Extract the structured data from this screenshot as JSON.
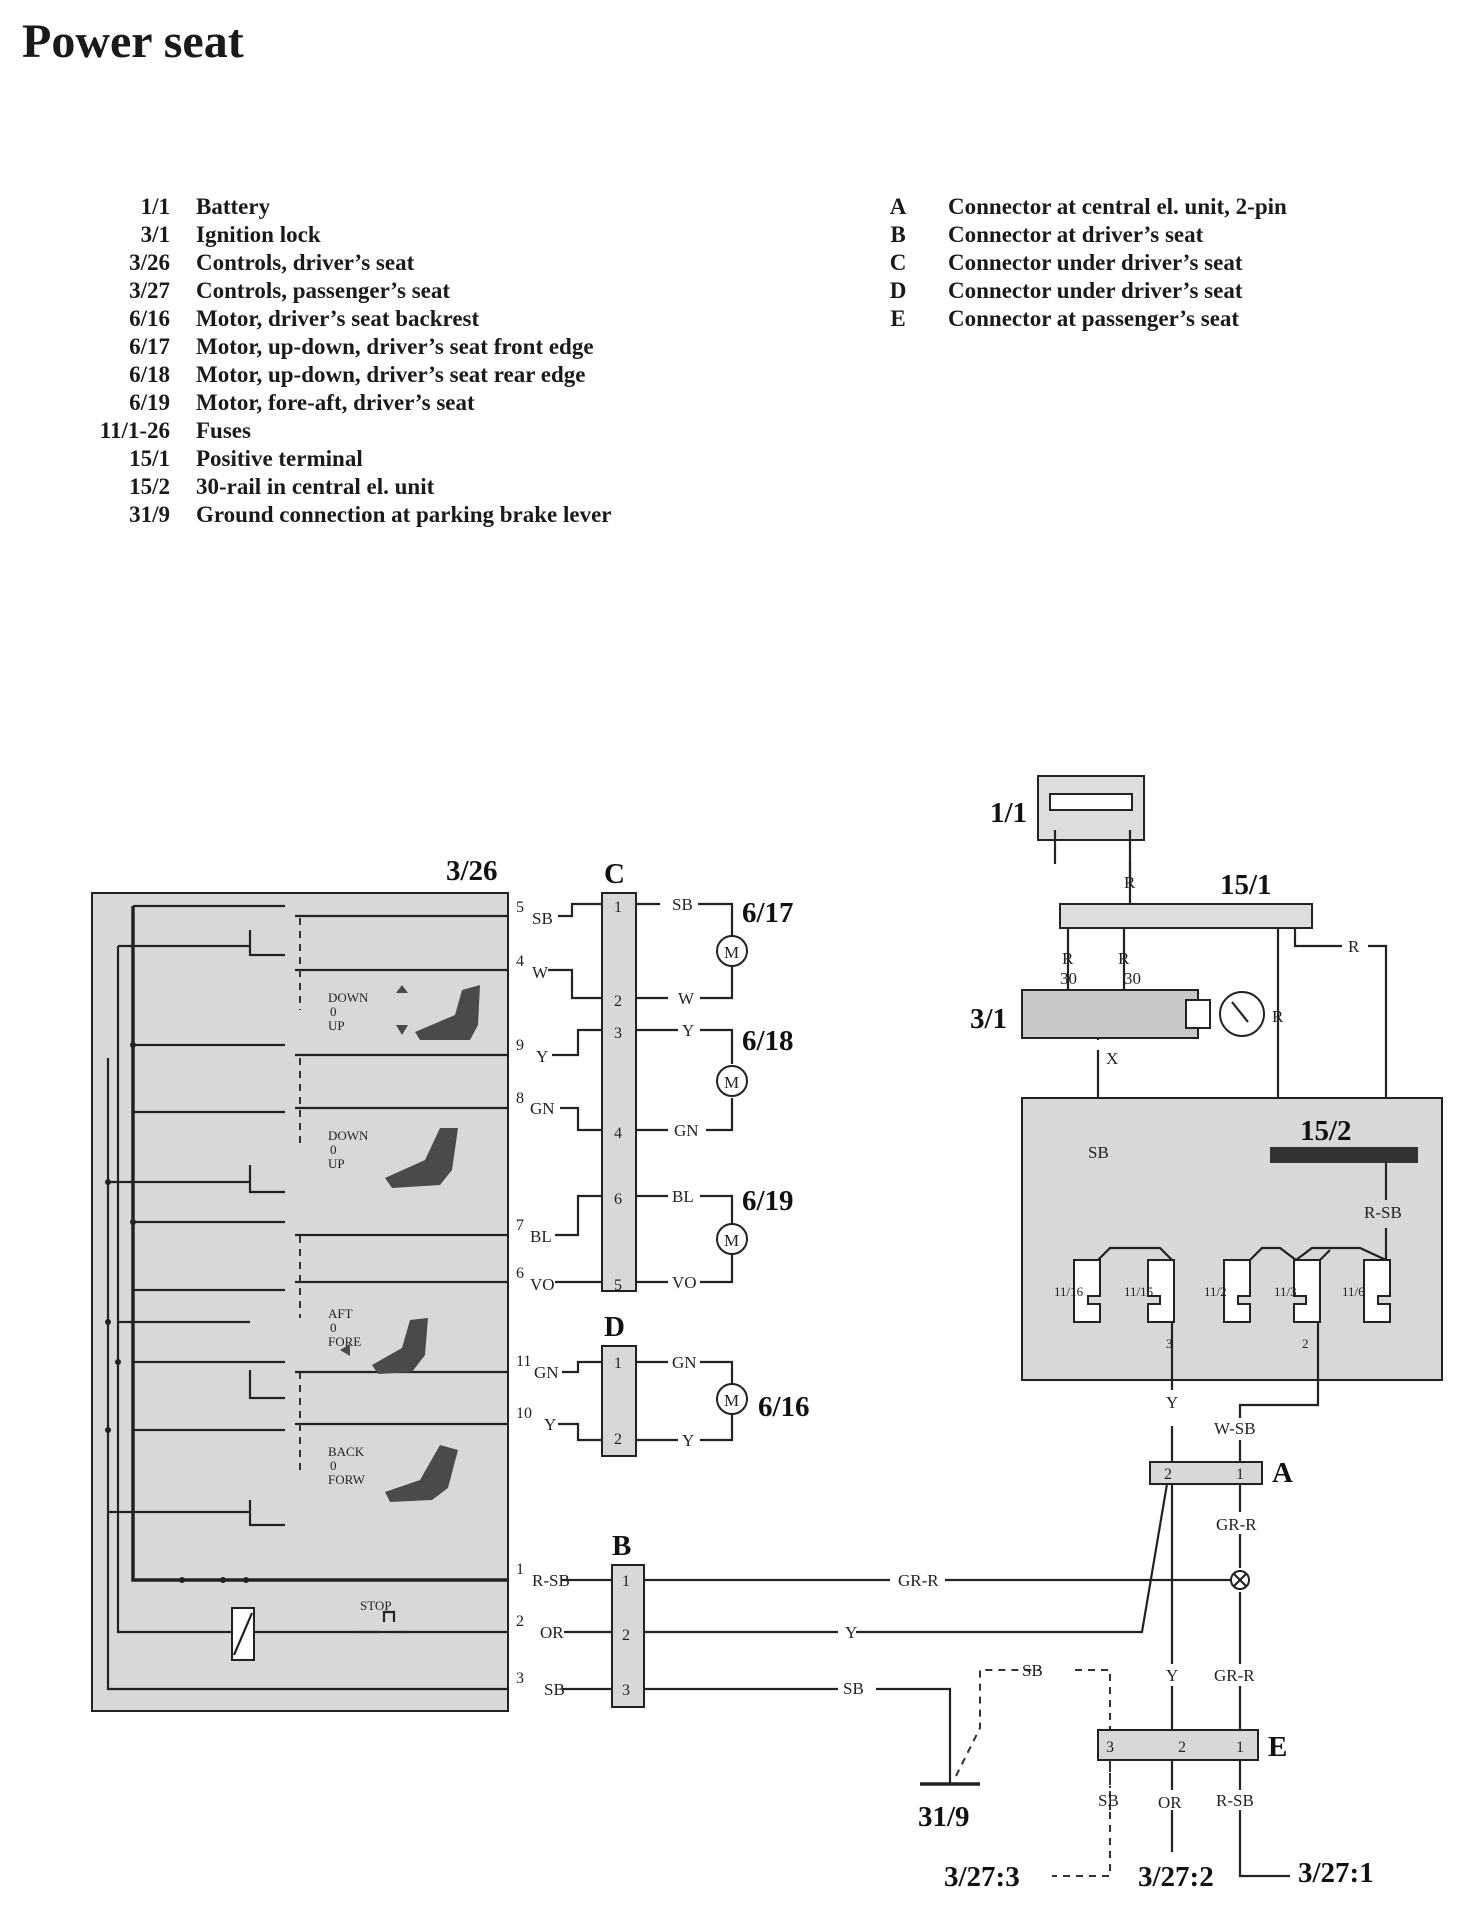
{
  "title": "Power seat",
  "legend_left": [
    {
      "code": "1/1",
      "label": "Battery"
    },
    {
      "code": "3/1",
      "label": "Ignition lock"
    },
    {
      "code": "3/26",
      "label": "Controls, driver’s seat"
    },
    {
      "code": "3/27",
      "label": "Controls, passenger’s seat"
    },
    {
      "code": "6/16",
      "label": "Motor, driver’s seat backrest"
    },
    {
      "code": "6/17",
      "label": "Motor, up-down, driver’s seat front edge"
    },
    {
      "code": "6/18",
      "label": "Motor,  up-down, driver’s seat rear edge"
    },
    {
      "code": "6/19",
      "label": "Motor, fore-aft, driver’s seat"
    },
    {
      "code": "11/1-26",
      "label": "Fuses"
    },
    {
      "code": "15/1",
      "label": "Positive terminal"
    },
    {
      "code": "15/2",
      "label": "30-rail in central el. unit"
    },
    {
      "code": "31/9",
      "label": "Ground connection at parking brake lever"
    }
  ],
  "legend_right": [
    {
      "code": "A",
      "label": "Connector at central el. unit, 2-pin"
    },
    {
      "code": "B",
      "label": "Connector at driver’s seat"
    },
    {
      "code": "C",
      "label": "Connector under driver’s seat"
    },
    {
      "code": "D",
      "label": "Connector under driver’s seat"
    },
    {
      "code": "E",
      "label": "Connector at passenger’s seat"
    }
  ],
  "component_labels": {
    "controls": "3/26",
    "battery": "1/1",
    "pos_terminal": "15/1",
    "ignition": "3/1",
    "rail": "15/2",
    "motor_front": "6/17",
    "motor_rear": "6/18",
    "motor_foreaft": "6/19",
    "motor_backrest": "6/16",
    "ground": "31/9",
    "out_1": "3/27:1",
    "out_2": "3/27:2",
    "out_3": "3/27:3",
    "motor_symbol": "M"
  },
  "connector_labels": {
    "A": "A",
    "B": "B",
    "C": "C",
    "D": "D",
    "E": "E"
  },
  "switch_labels": {
    "down": "DOWN",
    "zero": "0",
    "up": "UP",
    "aft": "AFT",
    "fore": "FORE",
    "back": "BACK",
    "forw": "FORW",
    "stop": "STOP"
  },
  "pin_numbers": {
    "p1": "1",
    "p2": "2",
    "p3": "3",
    "p4": "4",
    "p5": "5",
    "p6": "6",
    "p7": "7",
    "p8": "8",
    "p9": "9",
    "p10": "10",
    "p11": "11"
  },
  "wire_colors": {
    "sb": "SB",
    "w": "W",
    "y": "Y",
    "gn": "GN",
    "bl": "BL",
    "vo": "VO",
    "r": "R",
    "r_sb": "R-SB",
    "or": "OR",
    "gr_r": "GR-R",
    "w_sb": "W-SB"
  },
  "ignition_terms": {
    "t30": "30",
    "x": "X"
  },
  "fuses": {
    "f1": "11/16",
    "f2": "11/15",
    "f3": "11/2",
    "f4": "11/3",
    "f5": "11/6",
    "out_y": "3",
    "out_wsb": "2"
  }
}
